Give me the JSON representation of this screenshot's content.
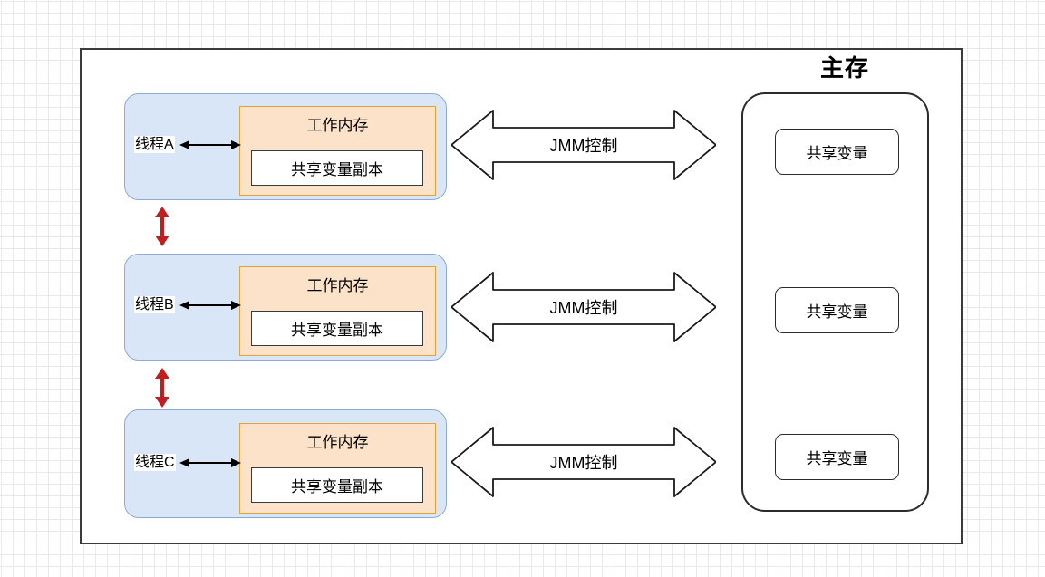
{
  "diagram": {
    "main_memory_title": "主存",
    "jmm_label": "JMM控制",
    "working_memory_title": "工作内存",
    "shared_variable_copy_label": "共享变量副本",
    "shared_variable_label": "共享变量",
    "threads": [
      {
        "label": "线程A"
      },
      {
        "label": "线程B"
      },
      {
        "label": "线程C"
      }
    ],
    "shared_variables": [
      {
        "label": "共享变量"
      },
      {
        "label": "共享变量"
      },
      {
        "label": "共享变量"
      }
    ],
    "colors": {
      "thread_fill": "#d9e6f7",
      "thread_stroke": "#8fa9cf",
      "working_memory_fill": "#fbe2c9",
      "working_memory_stroke": "#e2a33b",
      "frame_stroke": "#3b3b3b",
      "red_arrow": "#bf1f1f",
      "grid_line": "#e9e9e9"
    }
  }
}
